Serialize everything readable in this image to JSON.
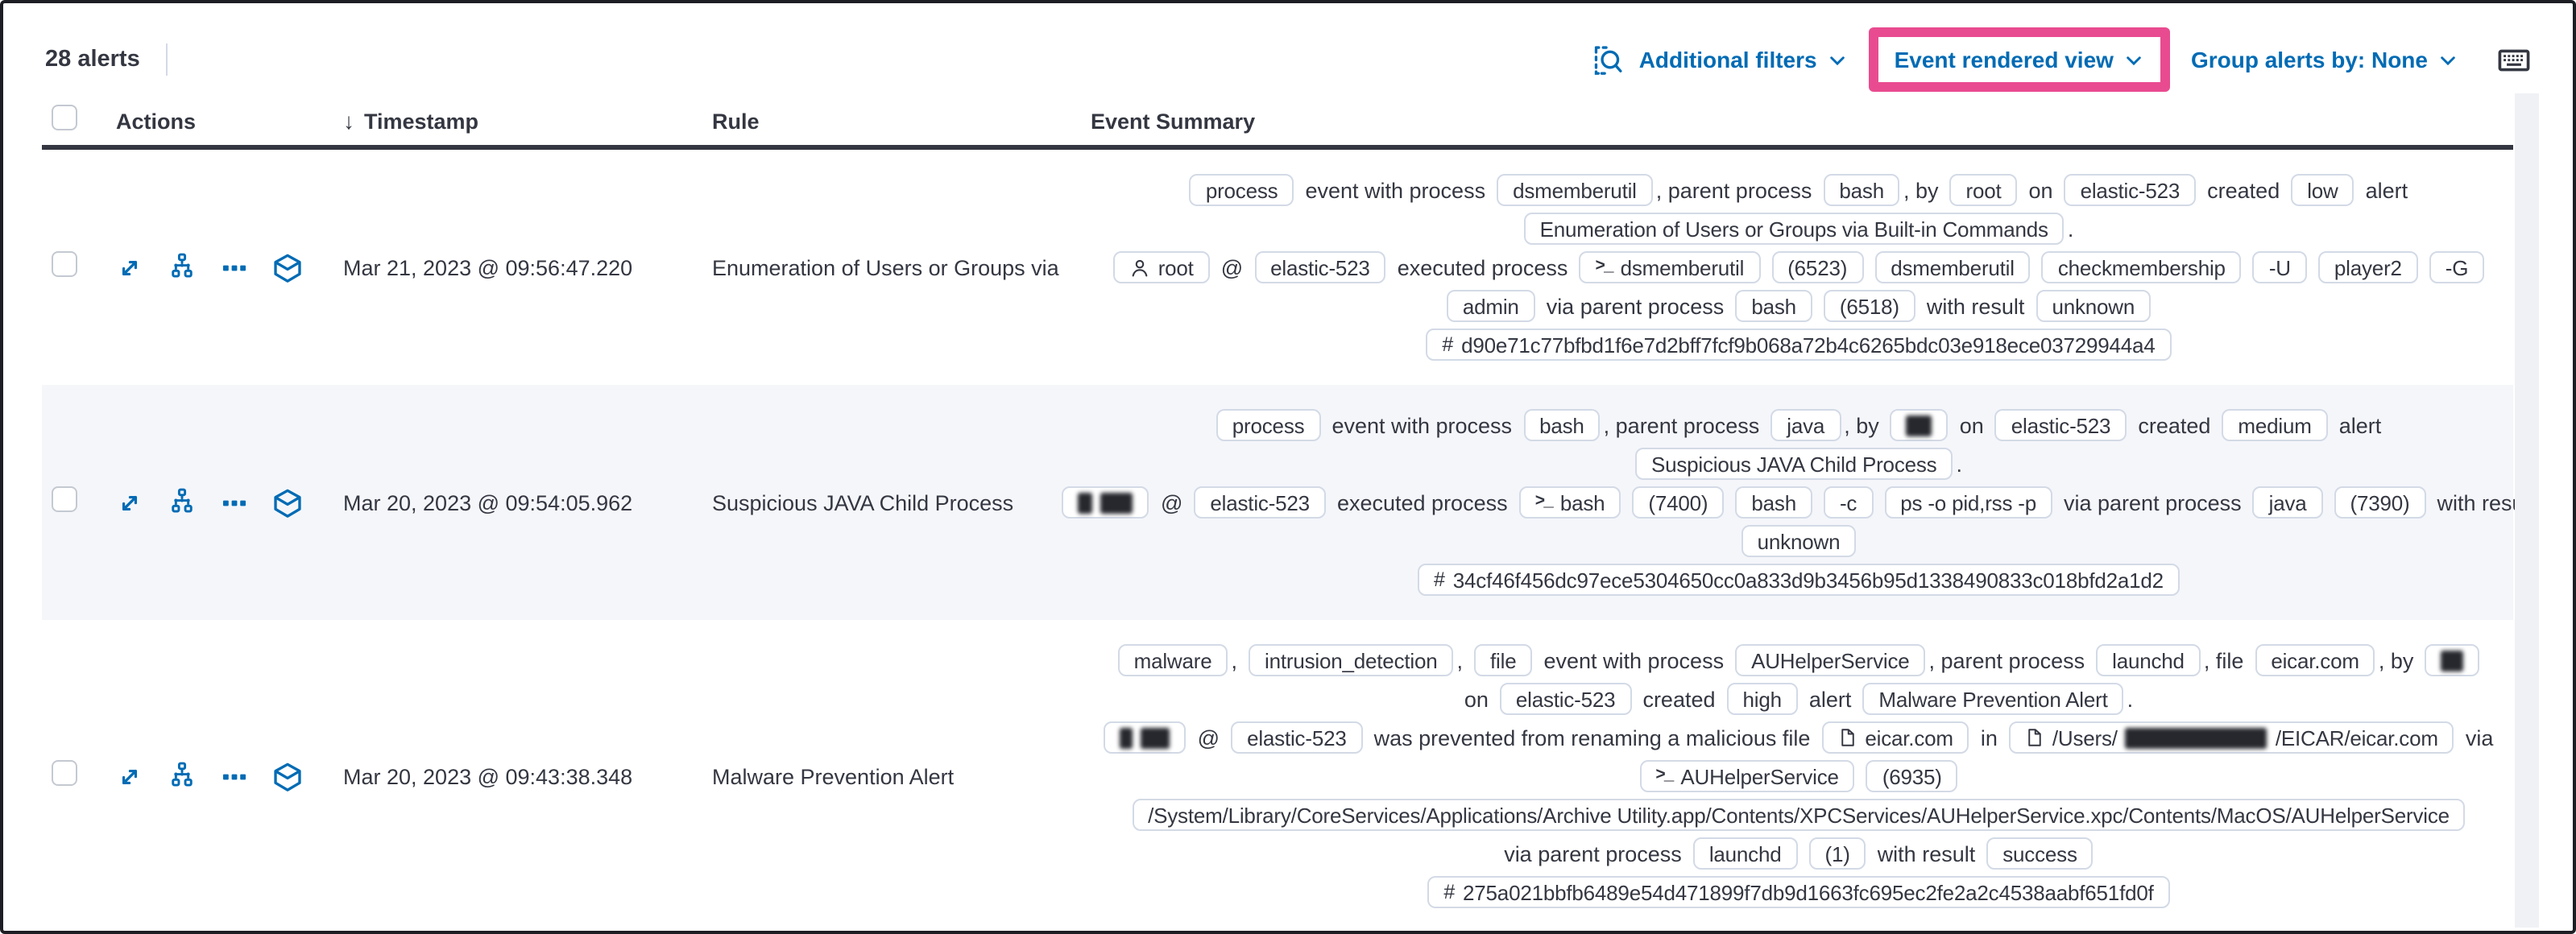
{
  "toolbar": {
    "alerts_count": "28 alerts",
    "additional_filters": "Additional filters",
    "view_mode": "Event rendered view",
    "group_by": "Group alerts by: None"
  },
  "colors": {
    "accent_blue": "#006bb4",
    "highlight_pink": "#e94b90",
    "text": "#343741",
    "badge_border": "#d3dae6",
    "row_stripe": "#f5f6fa"
  },
  "table": {
    "headers": {
      "actions": "Actions",
      "timestamp": "Timestamp",
      "rule": "Rule",
      "event_summary": "Event Summary"
    },
    "actions_icons": [
      "expand-alert",
      "open-analyzer",
      "more-actions",
      "investigate-in-timeline"
    ],
    "rows": [
      {
        "timestamp": "Mar 21, 2023 @ 09:56:47.220",
        "rule": "Enumeration of Users or Groups via Bui",
        "summary_lines": [
          [
            {
              "badge": "process"
            },
            {
              "text": "event with process"
            },
            {
              "badge": "dsmemberutil"
            },
            {
              "text": ", parent process"
            },
            {
              "badge": "bash"
            },
            {
              "text": ", by"
            },
            {
              "badge": "root"
            },
            {
              "text": "on"
            },
            {
              "badge": "elastic-523"
            },
            {
              "text": "created"
            },
            {
              "badge": "low"
            },
            {
              "text": "alert"
            }
          ],
          [
            {
              "badge": "Enumeration of Users or Groups via Built-in Commands"
            },
            {
              "text": "."
            }
          ],
          [
            {
              "badge": "root",
              "icon": "user"
            },
            {
              "text": "@"
            },
            {
              "badge": "elastic-523"
            },
            {
              "text": "executed process"
            },
            {
              "badge": "dsmemberutil",
              "icon": "terminal"
            },
            {
              "badge": "(6523)"
            },
            {
              "badge": "dsmemberutil"
            },
            {
              "badge": "checkmembership"
            },
            {
              "badge": "-U"
            },
            {
              "badge": "player2"
            },
            {
              "badge": "-G"
            }
          ],
          [
            {
              "badge": "admin"
            },
            {
              "text": "via parent process"
            },
            {
              "badge": "bash"
            },
            {
              "badge": "(6518)"
            },
            {
              "text": "with result"
            },
            {
              "badge": "unknown"
            }
          ],
          [
            {
              "badge": "d90e71c77bfbd1f6e7d2bff7fcf9b068a72b4c6265bdc03e918ece03729944a4",
              "icon": "hash"
            }
          ]
        ]
      },
      {
        "timestamp": "Mar 20, 2023 @ 09:54:05.962",
        "rule": "Suspicious JAVA Child Process",
        "summary_lines": [
          [
            {
              "badge": "process"
            },
            {
              "text": "event with process"
            },
            {
              "badge": "bash"
            },
            {
              "text": ", parent process"
            },
            {
              "badge": "java"
            },
            {
              "text": ", by"
            },
            {
              "badge": [
                {
                  "redact": 16
                }
              ]
            },
            {
              "text": "on"
            },
            {
              "badge": "elastic-523"
            },
            {
              "text": "created"
            },
            {
              "badge": "medium"
            },
            {
              "text": "alert"
            }
          ],
          [
            {
              "badge": "Suspicious JAVA Child Process"
            },
            {
              "text": "."
            }
          ],
          [
            {
              "badge": [
                {
                  "redact": 9
                },
                {
                  "redact": 20
                }
              ]
            },
            {
              "text": "@"
            },
            {
              "badge": "elastic-523"
            },
            {
              "text": "executed process"
            },
            {
              "badge": "bash",
              "icon": "terminal"
            },
            {
              "badge": "(7400)"
            },
            {
              "badge": "bash"
            },
            {
              "badge": "-c"
            },
            {
              "badge": "ps -o pid,rss -p"
            },
            {
              "text": "via parent process"
            },
            {
              "badge": "java"
            },
            {
              "badge": "(7390)"
            },
            {
              "text": "with result"
            }
          ],
          [
            {
              "badge": "unknown"
            }
          ],
          [
            {
              "badge": "34cf46f456dc97ece5304650cc0a833d9b3456b95d1338490833c018bfd2a1d2",
              "icon": "hash"
            }
          ]
        ]
      },
      {
        "timestamp": "Mar 20, 2023 @ 09:43:38.348",
        "rule": "Malware Prevention Alert",
        "summary_lines": [
          [
            {
              "badge": "malware"
            },
            {
              "text": ","
            },
            {
              "badge": "intrusion_detection"
            },
            {
              "text": ","
            },
            {
              "badge": "file"
            },
            {
              "text": "event with process"
            },
            {
              "badge": "AUHelperService"
            },
            {
              "text": ", parent process"
            },
            {
              "badge": "launchd"
            },
            {
              "text": ", file"
            },
            {
              "badge": "eicar.com"
            },
            {
              "text": ", by"
            },
            {
              "badge": [
                {
                  "redact": 14
                }
              ]
            }
          ],
          [
            {
              "text": "on"
            },
            {
              "badge": "elastic-523"
            },
            {
              "text": "created"
            },
            {
              "badge": "high"
            },
            {
              "text": "alert"
            },
            {
              "badge": "Malware Prevention Alert"
            },
            {
              "text": "."
            }
          ],
          [
            {
              "badge": [
                {
                  "redact": 8
                },
                {
                  "redact": 18
                }
              ]
            },
            {
              "text": "@"
            },
            {
              "badge": "elastic-523"
            },
            {
              "text": "was prevented from renaming a malicious file"
            },
            {
              "badge": "eicar.com",
              "icon": "document"
            },
            {
              "text": "in"
            },
            {
              "badge": [
                "/Users/",
                {
                  "redact": 88
                },
                "/EICAR/eicar.com"
              ],
              "icon": "document"
            },
            {
              "text": "via"
            }
          ],
          [
            {
              "badge": "AUHelperService",
              "icon": "terminal"
            },
            {
              "badge": "(6935)"
            }
          ],
          [
            {
              "badge": "/System/Library/CoreServices/Applications/Archive Utility.app/Contents/XPCServices/AUHelperService.xpc/Contents/MacOS/AUHelperService"
            }
          ],
          [
            {
              "text": "via parent process"
            },
            {
              "badge": "launchd"
            },
            {
              "badge": "(1)"
            },
            {
              "text": "with result"
            },
            {
              "badge": "success"
            }
          ],
          [
            {
              "badge": "275a021bbfb6489e54d471899f7db9d1663fc695ec2fe2a2c4538aabf651fd0f",
              "icon": "hash"
            }
          ]
        ]
      }
    ]
  }
}
